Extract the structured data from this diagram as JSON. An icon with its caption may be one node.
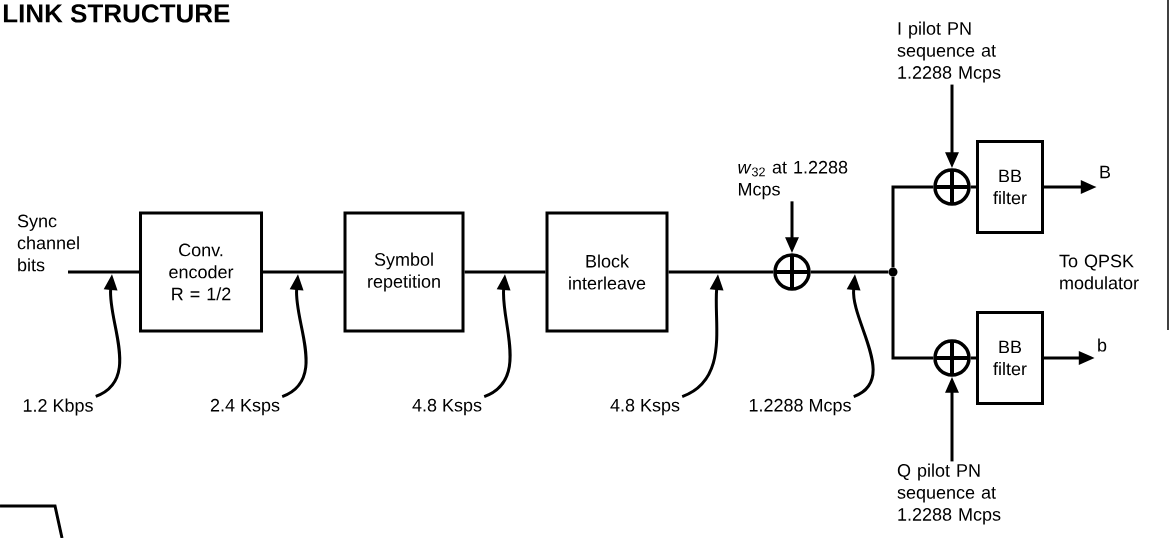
{
  "diagram": {
    "title": "LINK STRUCTURE",
    "nodes": [
      {
        "text": [
          "Sync channel bits"
        ]
      },
      {
        "text": [
          "Conv. encoder R = 1/2"
        ]
      },
      {
        "text": [
          "Symbol repetition"
        ]
      },
      {
        "text": [
          "Block interleave"
        ]
      },
      {
        "text": [
          "*w*$_{32}$ at 1.2288 Mcps"
        ]
      },
      {
        "text": [],
        "shape": "circle"
      },
      {
        "text": [],
        "shape": "dot"
      },
      {
        "text": [
          "I pilot PN sequence at 1.2288 Mcps"
        ]
      },
      {
        "text": [],
        "shape": "circle"
      },
      {
        "text": [
          "BB filter"
        ]
      },
      {
        "text": [
          "B"
        ]
      },
      {
        "text": [
          "Q pilot PN sequence at 1.2288 Mcps"
        ]
      },
      {
        "text": [],
        "shape": "circle"
      },
      {
        "text": [
          "BB filter"
        ]
      },
      {
        "text": [
          "b"
        ]
      },
      {
        "text": [
          "1.2 Kbps"
        ]
      },
      {
        "text": [
          "2.4 Ksps"
        ]
      },
      {
        "text": [
          "4.8 Ksps"
        ]
      },
      {
        "text": [
          "4.8 Ksps"
        ]
      },
      {
        "text": [
          "1.2288 Mcps"
        ]
      }
    ],
    "edges": [
      {
        "from": 0,
        "to": 1,
        "arrow": "none"
      },
      {
        "from": 1,
        "to": 2,
        "arrow": "none"
      },
      {
        "from": 2,
        "to": 3,
        "arrow": "none"
      },
      {
        "from": 3,
        "to": 5,
        "arrow": "none"
      },
      {
        "from": 4,
        "to": 5,
        "arrow": "to"
      },
      {
        "from": 5,
        "to": 6,
        "arrow": "none"
      },
      {
        "from": 6,
        "to": 8,
        "arrow": "none"
      },
      {
        "from": 6,
        "to": 12,
        "arrow": "none"
      },
      {
        "from": 7,
        "to": 8,
        "arrow": "to"
      },
      {
        "from": 8,
        "to": 9,
        "arrow": "none"
      },
      {
        "from": 9,
        "to": 10,
        "arrow": "to"
      },
      {
        "from": 11,
        "to": 12,
        "arrow": "to"
      },
      {
        "from": 12,
        "to": 13,
        "arrow": "none"
      },
      {
        "from": 13,
        "to": 14,
        "arrow": "to"
      },
      {
        "from": 15,
        "to": null,
        "arrow": "to"
      },
      {
        "from": 16,
        "to": null,
        "arrow": "to"
      },
      {
        "from": 17,
        "to": null,
        "arrow": "to"
      },
      {
        "from": 18,
        "to": null,
        "arrow": "to"
      },
      {
        "from": 19,
        "to": null,
        "arrow": "to"
      }
    ],
    "labels": [
      "To QPSK modulator"
    ]
  }
}
